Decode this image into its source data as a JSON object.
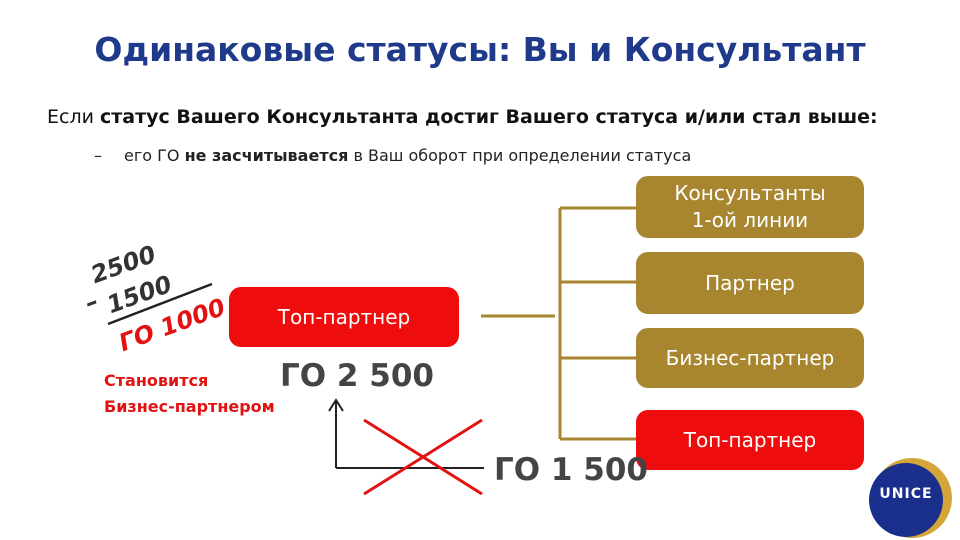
{
  "title": "Одинаковые статусы: Вы и Консультант",
  "lead": {
    "prefix": "Если ",
    "bold": "статус Вашего Консультанта достиг Вашего статуса и/или стал выше:"
  },
  "sub": {
    "dash": "–",
    "part1": "его ГО ",
    "bold": "не засчитывается",
    "part2": " в Ваш оборот при определении статуса"
  },
  "main_box": "Топ-партнер",
  "right_boxes": [
    {
      "line1": "Консультанты",
      "line2": "1-ой линии"
    },
    {
      "line1": "Партнер"
    },
    {
      "line1": "Бизнес-партнер"
    },
    {
      "line1": "Топ-партнер"
    }
  ],
  "calc": {
    "top": "2500",
    "minus": "–",
    "middle": "1500",
    "result": "ГО 1000"
  },
  "go_total": "ГО 2 500",
  "go_excluded": "ГО 1 500",
  "note": {
    "line1": "Становится",
    "line2": "Бизнес-партнером"
  },
  "logo": "UNICE",
  "colors": {
    "title": "#1f3a8a",
    "gold": "#a8862f",
    "red": "#ef0c0c",
    "cross": "#e31212",
    "logo_blue": "#1a2f8c",
    "logo_ring": "#d4a63a"
  }
}
